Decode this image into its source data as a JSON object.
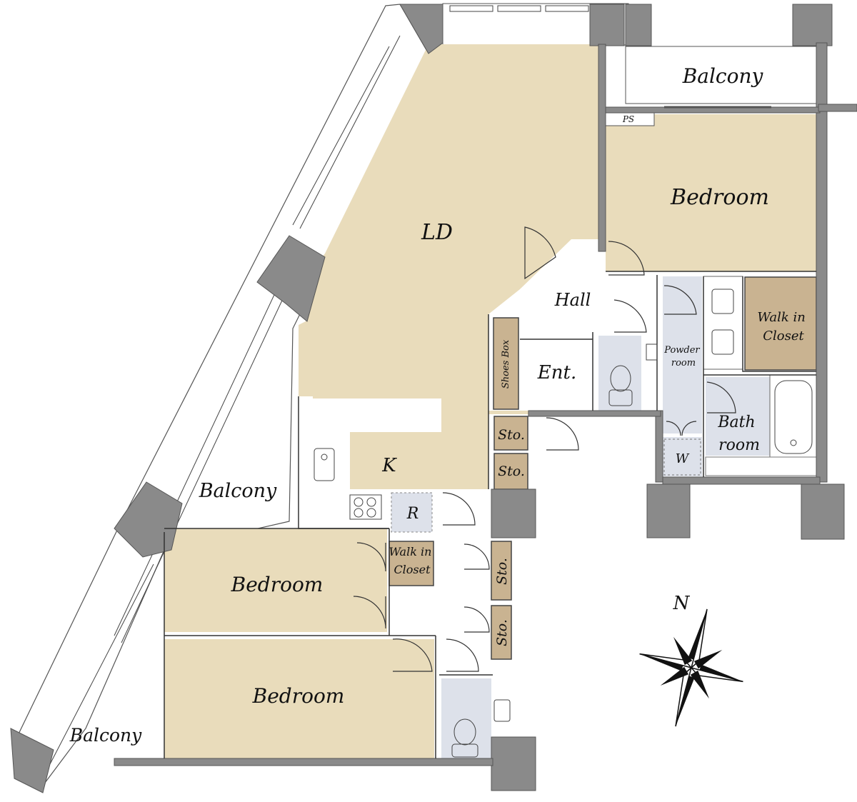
{
  "rooms": {
    "ld": "LD",
    "kitchen": "K",
    "refrigerator": "R",
    "hall": "Hall",
    "entrance": "Ent.",
    "shoes_box": "Shoes Box",
    "powder_room": [
      "Powder",
      "room"
    ],
    "washer": "W",
    "bath_room": [
      "Bath",
      "room"
    ],
    "walk_in_closet_ne": [
      "Walk in",
      "Closet"
    ],
    "walk_in_closet_w": [
      "Walk in",
      "Closet"
    ],
    "bedroom_ne": "Bedroom",
    "bedroom_w1": "Bedroom",
    "bedroom_w2": "Bedroom",
    "storage_1": "Sto.",
    "storage_2": "Sto.",
    "storage_3": "Sto.",
    "storage_4": "Sto.",
    "pipe_space": "PS",
    "balcony_ne": "Balcony",
    "balcony_w": "Balcony",
    "balcony_sw": "Balcony"
  },
  "compass": {
    "north_label": "N",
    "icon": "compass-rose-icon"
  },
  "colors": {
    "living": "#e9dcbb",
    "storage": "#c9b391",
    "wet_area": "#dde1ea",
    "wall": "#8a8a8a"
  }
}
